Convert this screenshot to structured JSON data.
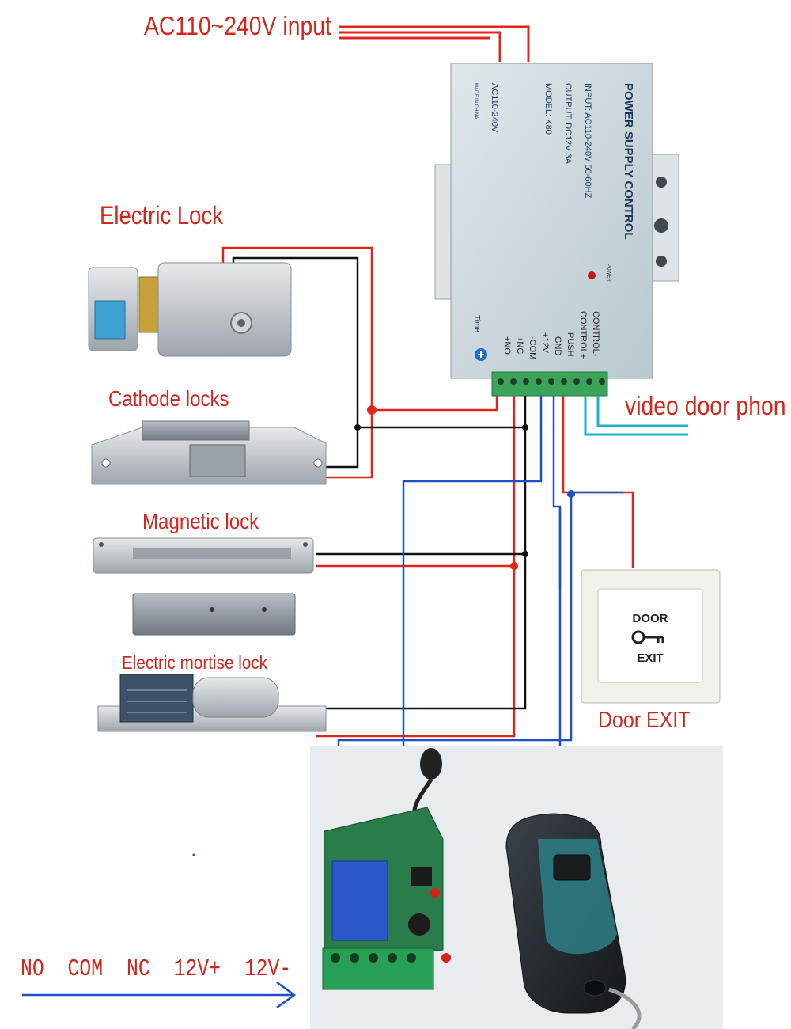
{
  "labels": {
    "ac_input": "AC110~240V input",
    "electric_lock": "Electric Lock",
    "cathode_locks": "Cathode locks",
    "magnetic_lock": "Magnetic lock",
    "electric_mortise_lock": "Electric mortise lock",
    "video_door_phone": "video door phon",
    "door_exit": "Door EXIT",
    "relay_pins": "NO  COM  NC  12V+  12V-"
  },
  "power_supply": {
    "title": "POWER SUPPLY CONTROL",
    "input": "INPUT: AC110-240V  50-60HZ",
    "output": "OUTPUT: DC12V  3A",
    "model": "MODEL: K80",
    "voltage": "AC110-240V",
    "made_in": "MADE IN CHINA",
    "power_led": "POWER",
    "time": "Time",
    "terminals": [
      "+NO",
      "+NC",
      "-COM",
      "+12V",
      "GND",
      "PUSH",
      "CONTROL+",
      "CONTROL-"
    ]
  },
  "exit_button": {
    "line1": "DOOR",
    "line2": "EXIT"
  },
  "colors": {
    "label_red": "#d0271f",
    "wire_red": "#e0261b",
    "wire_black": "#111111",
    "wire_blue": "#1f4fc4",
    "wire_cyan": "#19b3c8"
  }
}
